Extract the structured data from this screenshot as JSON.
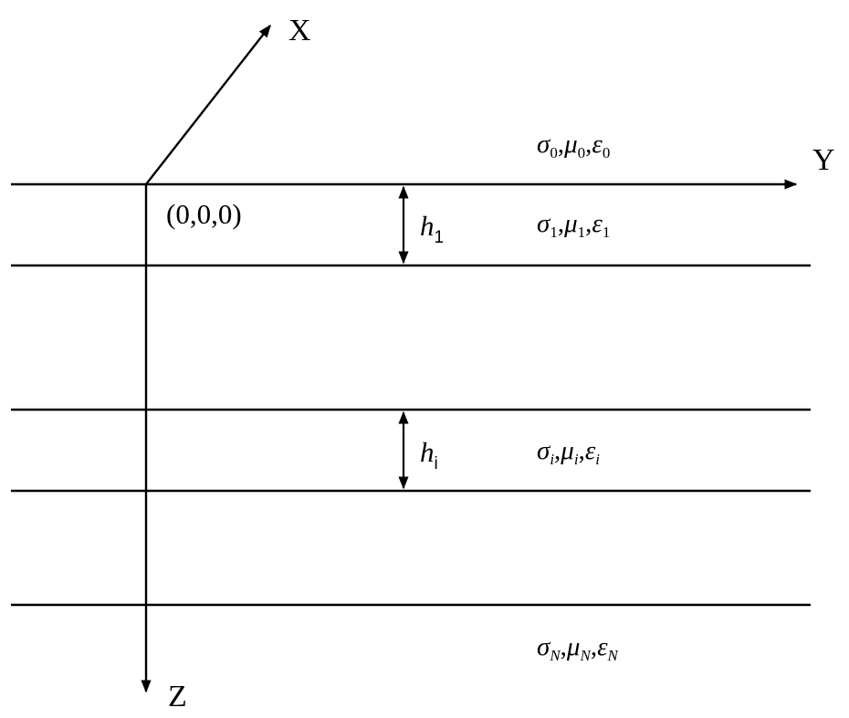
{
  "axes": {
    "x_label": "X",
    "y_label": "Y",
    "z_label": "Z"
  },
  "origin_label": "(0,0,0)",
  "layers": [
    {
      "id": "air",
      "sigma": "σ",
      "mu": "μ",
      "eps": "ε",
      "sub": "0"
    },
    {
      "id": "layer1",
      "sigma": "σ",
      "mu": "μ",
      "eps": "ε",
      "sub": "1"
    },
    {
      "id": "layeri",
      "sigma": "σ",
      "mu": "μ",
      "eps": "ε",
      "sub": "i"
    },
    {
      "id": "layerN",
      "sigma": "σ",
      "mu": "μ",
      "eps": "ε",
      "sub": "N"
    }
  ],
  "thickness": [
    {
      "symbol": "h",
      "sub": "1"
    },
    {
      "symbol": "h",
      "sub": "i"
    }
  ],
  "separator": ","
}
